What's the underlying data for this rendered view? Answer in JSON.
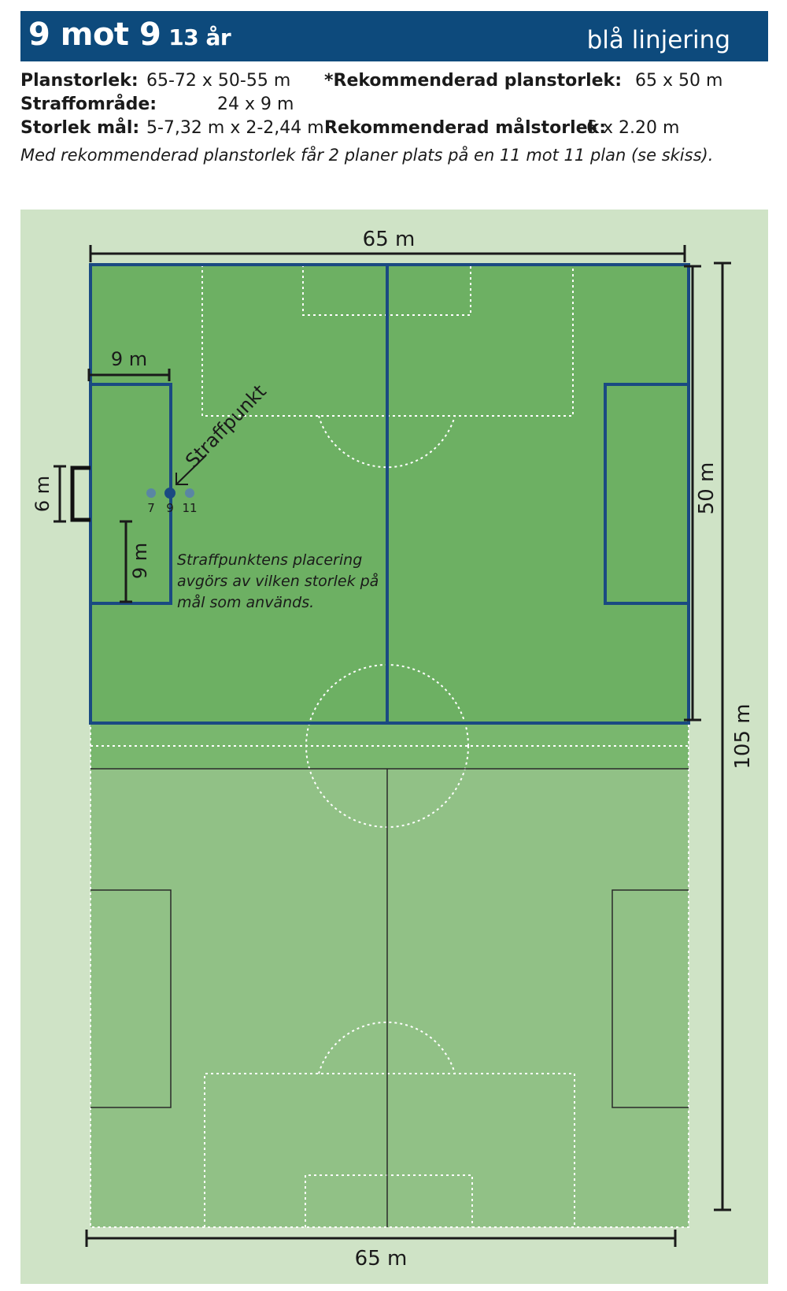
{
  "header": {
    "title": "9 mot 9",
    "age": "13 år",
    "lining": "blå linjering"
  },
  "specs": {
    "pitch_size_label": "Planstorlek:",
    "pitch_size_value": "65-72 x 50-55 m",
    "recommended_pitch_label": "*Rekommenderad planstorlek:",
    "recommended_pitch_value": "65 x 50 m",
    "penalty_area_label": "Straffområde:",
    "penalty_area_value": "24 x 9 m",
    "goal_size_label": "Storlek mål:",
    "goal_size_value": "5-7,32 m x 2-2,44 m",
    "recommended_goal_label": "Rekommenderad målstorlek:",
    "recommended_goal_value": "6 x 2.20 m",
    "note": "Med rekommenderad planstorlek får 2 planer plats på en 11 mot 11 plan (se skiss)."
  },
  "diagram": {
    "top_width": "65 m",
    "bottom_width": "65 m",
    "height_small": "50 m",
    "height_full": "105 m",
    "penalty_depth_top": "9 m",
    "penalty_depth_side": "9 m",
    "goal_width": "6 m",
    "penalty_spot_label": "Straffpunkt",
    "spot_labels": [
      "7",
      "9",
      "11"
    ],
    "annotation": [
      "Straffpunktens placering",
      "avgörs av vilken storlek på",
      "mål som används."
    ]
  },
  "colors": {
    "header_bg": "#0d4a7c",
    "pitch_light": "#cfe3c6",
    "pitch_mid": "#6db063",
    "pitch_pale": "#91c186",
    "lining_blue": "#1a4a82"
  }
}
